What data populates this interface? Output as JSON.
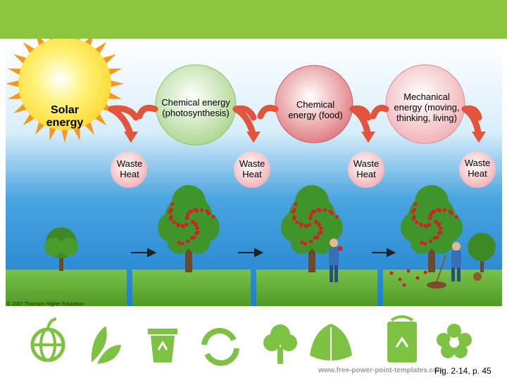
{
  "labels": {
    "solar": "Solar energy",
    "chem_photo": "Chemical energy (photosynthesis)",
    "chem_food": "Chemical energy (food)",
    "mechanical": "Mechanical energy (moving, thinking, living)",
    "waste": "Waste Heat"
  },
  "copyright": "© 2007 Thomson Higher Education",
  "website": "www.free-power-point-templates.com",
  "figure_ref": "Fig. 2-14, p. 45",
  "colors": {
    "top_bar": "#8cc63e",
    "sky": "#2f8fd6",
    "grass": "#5fae2e",
    "sun": "#fcd82c",
    "sun_rays": "#f39a1e",
    "circle_green": "#b9dc9a",
    "circle_red": "#e08488",
    "circle_pink": "#f1b8bc",
    "arrow": "#e2543b",
    "icon_green": "#7dc242"
  },
  "icons": [
    "globe-apple-icon",
    "leaves-icon",
    "recycle-bin-icon",
    "recycle-arrows-icon",
    "tree-icon",
    "leaf-icon",
    "recycle-bag-icon",
    "flower-icon"
  ]
}
